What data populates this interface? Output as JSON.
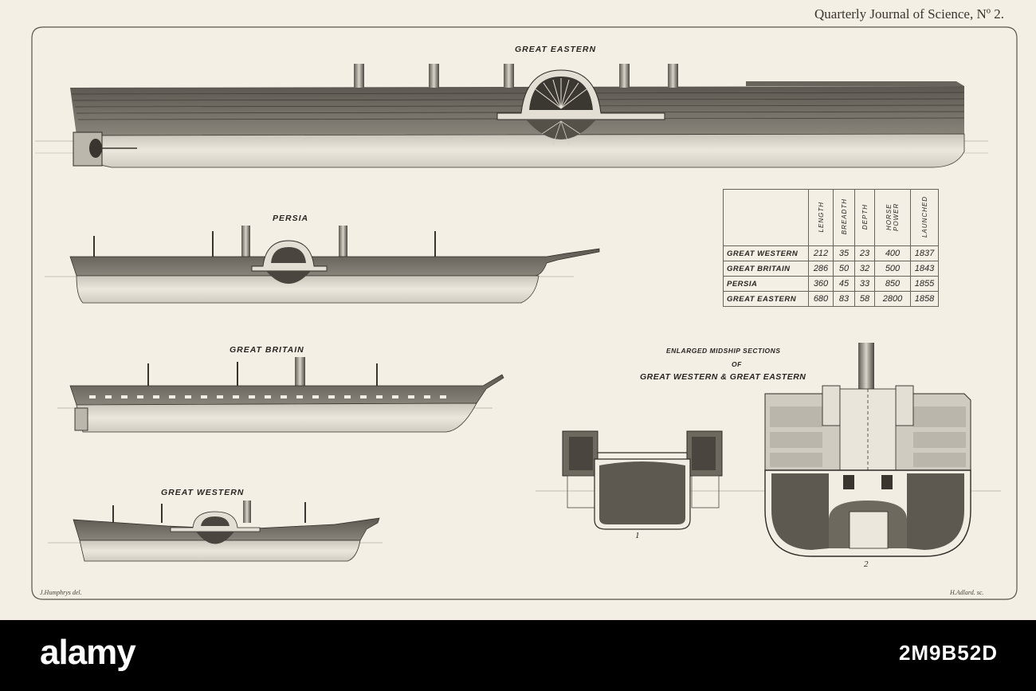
{
  "plate": {
    "journal_title": "Quarterly Journal of Science, Nº 2.",
    "credit_left": "J.Humphrys del.",
    "credit_right": "H.Adlard. sc."
  },
  "ships": {
    "great_eastern": "GREAT EASTERN",
    "persia": "PERSIA",
    "great_britain": "GREAT BRITAIN",
    "great_western": "GREAT WESTERN"
  },
  "spec_table": {
    "columns": [
      "LENGTH",
      "BREADTH",
      "DEPTH",
      "HORSE POWER",
      "LAUNCHED"
    ],
    "rows": [
      {
        "name": "GREAT WESTERN",
        "length": "212",
        "breadth": "35",
        "depth": "23",
        "horse_power": "400",
        "launched": "1837"
      },
      {
        "name": "GREAT BRITAIN",
        "length": "286",
        "breadth": "50",
        "depth": "32",
        "horse_power": "500",
        "launched": "1843"
      },
      {
        "name": "PERSIA",
        "length": "360",
        "breadth": "45",
        "depth": "33",
        "horse_power": "850",
        "launched": "1855"
      },
      {
        "name": "GREAT EASTERN",
        "length": "680",
        "breadth": "83",
        "depth": "58",
        "horse_power": "2800",
        "launched": "1858"
      }
    ]
  },
  "midship": {
    "line1": "ENLARGED MIDSHIP SECTIONS",
    "line2": "OF",
    "line3": "GREAT WESTERN & GREAT EASTERN",
    "fig1": "1",
    "fig2": "2"
  },
  "footer": {
    "brand": "alamy",
    "image_id": "2M9B52D"
  }
}
